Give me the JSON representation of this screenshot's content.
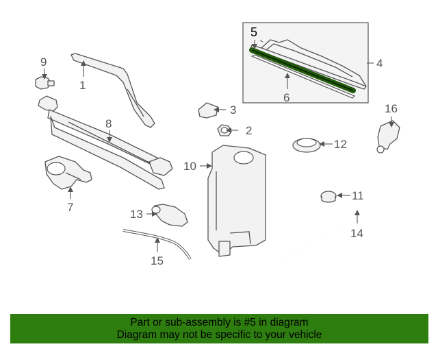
{
  "diagram": {
    "callouts": {
      "c1": "1",
      "c2": "2",
      "c3": "3",
      "c4": "4",
      "c5": "5",
      "c6": "6",
      "c7": "7",
      "c8": "8",
      "c9": "9",
      "c10": "10",
      "c11": "11",
      "c12": "12",
      "c13": "13",
      "c14": "14",
      "c15": "15",
      "c16": "16"
    },
    "highlight_color": "#2e7d0f"
  },
  "banner": {
    "line1": "Part or sub-assembly is #5 in diagram",
    "line2": "Diagram may not be specific to your vehicle",
    "background": "#2e7d0f"
  }
}
